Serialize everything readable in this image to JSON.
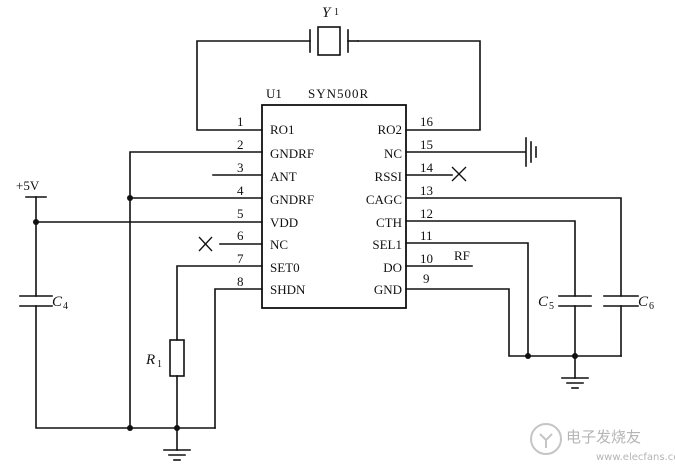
{
  "chip": {
    "designator": "U1",
    "part": "SYN500R"
  },
  "left_pins": [
    {
      "num": "1",
      "name": "RO1"
    },
    {
      "num": "2",
      "name": "GNDRF"
    },
    {
      "num": "3",
      "name": "ANT"
    },
    {
      "num": "4",
      "name": "GNDRF"
    },
    {
      "num": "5",
      "name": "VDD"
    },
    {
      "num": "6",
      "name": "NC"
    },
    {
      "num": "7",
      "name": "SET0"
    },
    {
      "num": "8",
      "name": "SHDN"
    }
  ],
  "right_pins": [
    {
      "num": "16",
      "name": "RO2"
    },
    {
      "num": "15",
      "name": "NC"
    },
    {
      "num": "14",
      "name": "RSSI"
    },
    {
      "num": "13",
      "name": "CAGC"
    },
    {
      "num": "12",
      "name": "CTH"
    },
    {
      "num": "11",
      "name": "SEL1"
    },
    {
      "num": "10",
      "name": "DO"
    },
    {
      "num": "9",
      "name": "GND"
    }
  ],
  "components": {
    "crystal": {
      "ref": "Y",
      "sub": "1"
    },
    "c4": {
      "ref": "C",
      "sub": "4"
    },
    "c5": {
      "ref": "C",
      "sub": "5"
    },
    "c6": {
      "ref": "C",
      "sub": "6"
    },
    "r1": {
      "ref": "R",
      "sub": "1"
    }
  },
  "nets": {
    "supply": "+5V",
    "data_out": "RF"
  },
  "watermark": {
    "text": "电子发烧友",
    "url": "www.elecfans.com"
  }
}
